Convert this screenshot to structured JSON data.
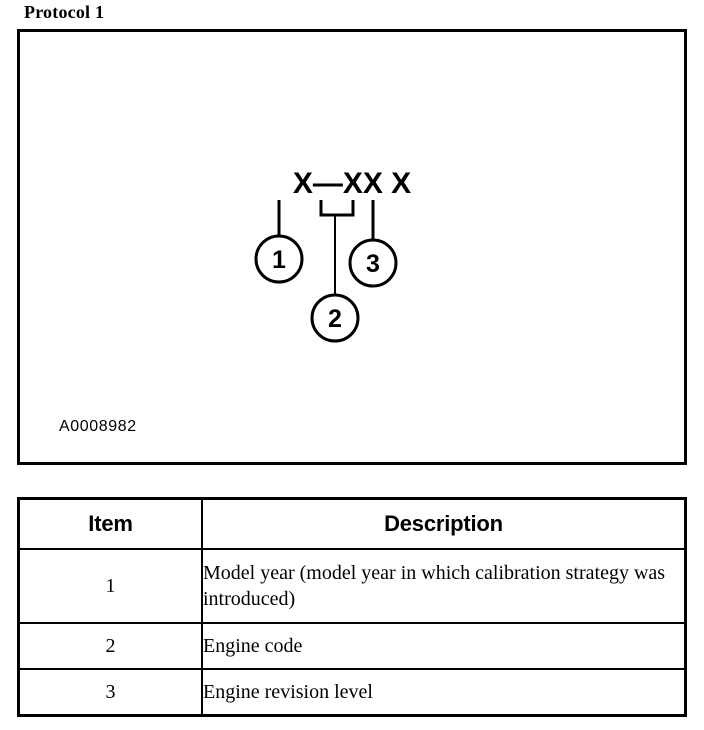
{
  "document": {
    "title": "Protocol 1"
  },
  "figure": {
    "id_label": "A0008982",
    "code_string": "X—XX X",
    "callouts": [
      {
        "number": "1",
        "points_to": "first-x"
      },
      {
        "number": "2",
        "points_to": "xx-pair"
      },
      {
        "number": "3",
        "points_to": "last-x"
      }
    ]
  },
  "table": {
    "headers": {
      "item": "Item",
      "description": "Description"
    },
    "rows": [
      {
        "item": "1",
        "description": "Model year (model year in which calibration strategy was introduced)"
      },
      {
        "item": "2",
        "description": "Engine code"
      },
      {
        "item": "3",
        "description": "Engine revision level"
      }
    ]
  },
  "colors": {
    "ink": "#000000",
    "paper": "#ffffff"
  }
}
